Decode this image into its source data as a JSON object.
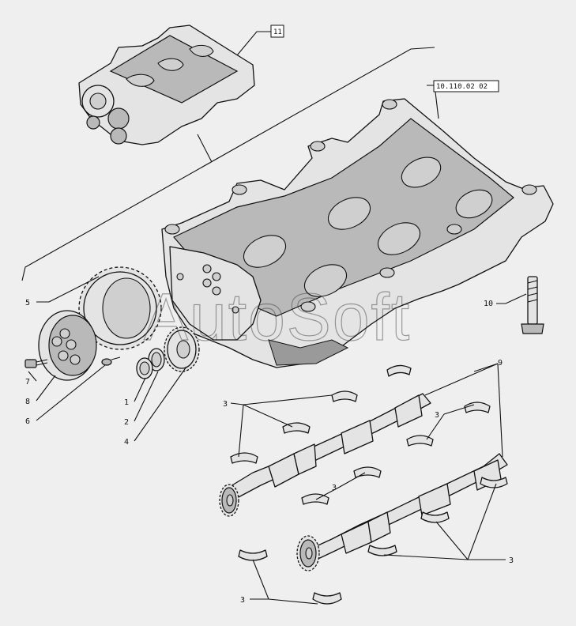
{
  "references": {
    "overview": "11",
    "block": "10.110.02 02"
  },
  "watermark": "AutoSoft",
  "callouts": {
    "c1": "1",
    "c2": "2",
    "c3": "3",
    "c4": "4",
    "c5": "5",
    "c6": "6",
    "c7": "7",
    "c8": "8",
    "c9": "9",
    "c10": "10"
  },
  "colors": {
    "background": "#efefef",
    "line": "#111111",
    "part_fill": "#e4e4e4"
  }
}
